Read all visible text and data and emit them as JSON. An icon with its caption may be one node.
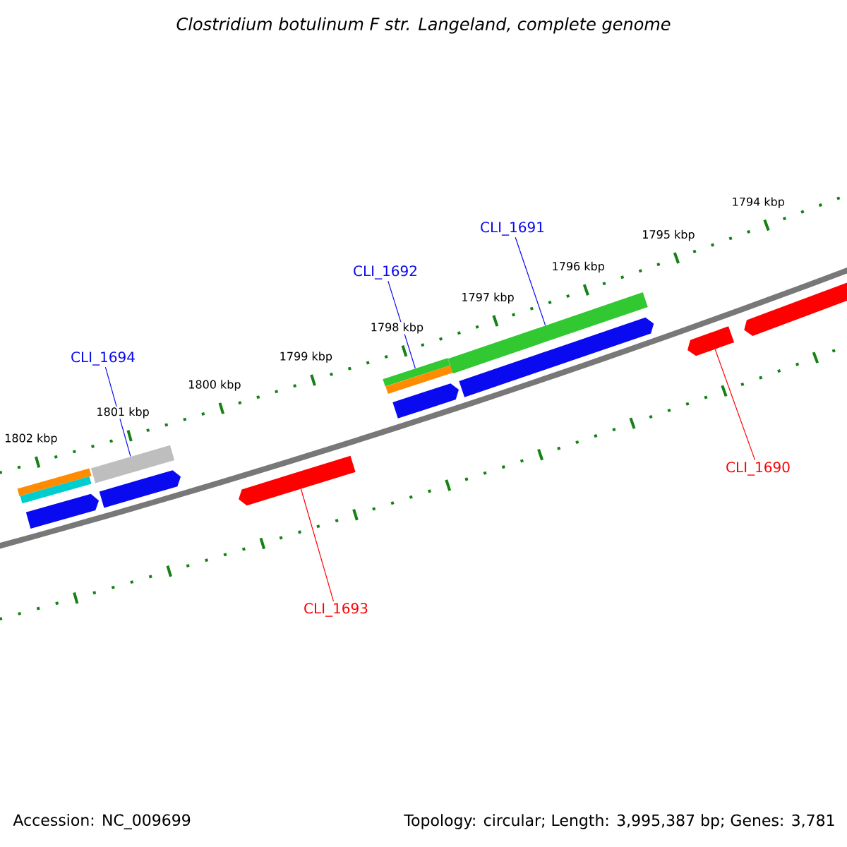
{
  "diagram": {
    "title": "Clostridium botulinum F str. Langeland, complete genome",
    "nodes": [
      {
        "text": [
          "CLI_1694"
        ]
      },
      {
        "text": [
          "CLI_1692"
        ]
      },
      {
        "text": [
          "CLI_1691"
        ]
      },
      {
        "text": [
          "CLI_1693"
        ]
      },
      {
        "text": [
          "CLI_1690"
        ]
      },
      {
        "text": [],
        "shape": "bar"
      },
      {
        "text": [],
        "shape": "bar"
      },
      {
        "text": [],
        "shape": "arrow"
      },
      {
        "text": [],
        "shape": "bar"
      },
      {
        "text": [],
        "shape": "arrow"
      },
      {
        "text": [],
        "shape": "arrow"
      },
      {
        "text": [],
        "shape": "bar"
      },
      {
        "text": [],
        "shape": "bar"
      },
      {
        "text": [],
        "shape": "arrow"
      },
      {
        "text": [],
        "shape": "bar"
      },
      {
        "text": [],
        "shape": "arrow"
      },
      {
        "text": [],
        "shape": "arrow"
      },
      {
        "text": [],
        "shape": "arrow"
      }
    ],
    "edges": [
      {
        "from": 0,
        "to": 8,
        "arrow": "none"
      },
      {
        "from": 1,
        "to": 11,
        "arrow": "none"
      },
      {
        "from": 2,
        "to": 14,
        "arrow": "none"
      },
      {
        "from": 3,
        "to": 10,
        "arrow": "none",
        "color": "#ff0000"
      },
      {
        "from": 4,
        "to": 16,
        "arrow": "none",
        "color": "#ff0000"
      }
    ],
    "labels": [
      "1794 kbp",
      "1795 kbp",
      "1796 kbp",
      "1797 kbp",
      "1798 kbp",
      "1799 kbp",
      "1800 kbp",
      "1801 kbp",
      "1802 kbp",
      "Accession: NC_009699",
      "Topology: circular; Length: 3,995,387 bp; Genes: 3,781"
    ]
  }
}
